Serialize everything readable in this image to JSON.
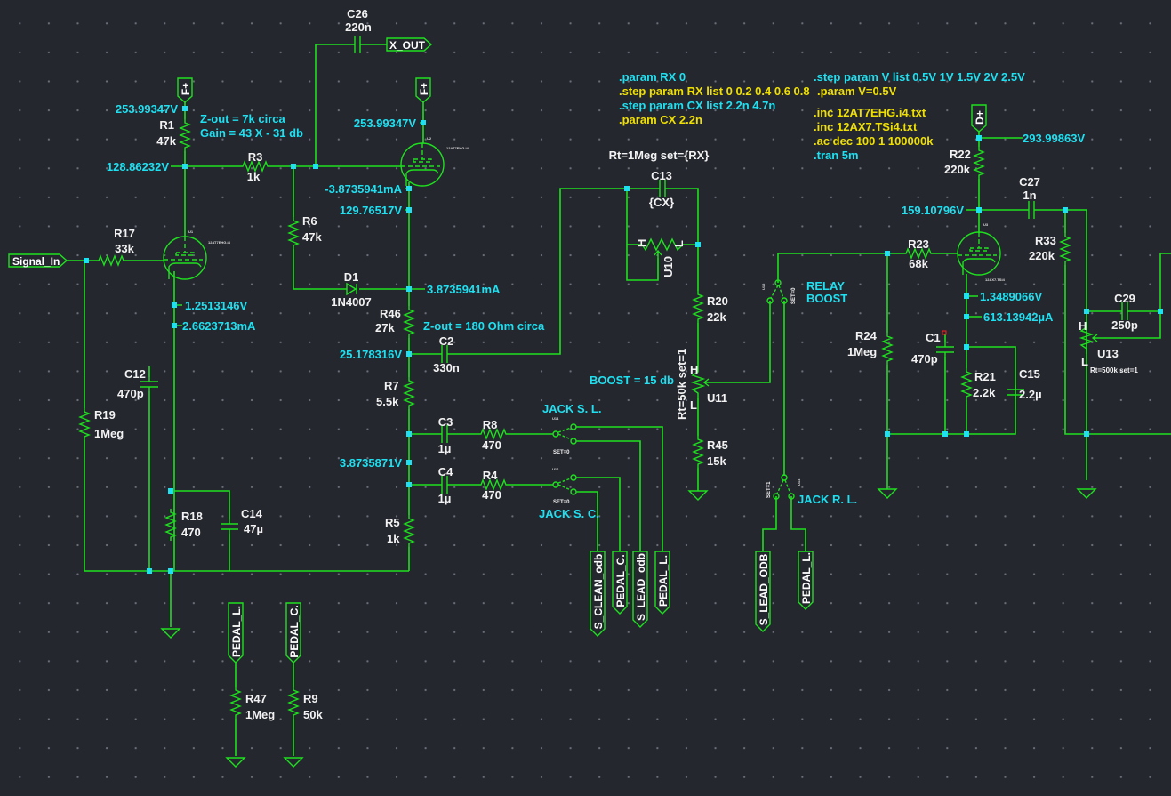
{
  "directives": {
    "param_rx": ".param RX 0",
    "step_rx": ".step param RX list 0 0.2 0.4 0.6 0.8",
    "step_cx": ".step param CX list 2.2n 4.7n",
    "param_cx": ".param CX 2.2n",
    "step_v": ".step param V list 0.5V 1V 1.5V 2V 2.5V",
    "param_v": ".param V=0.5V",
    "inc1": ".inc 12AT7EHG.i4.txt",
    "inc2": ".inc 12AX7.TSi4.txt",
    "ac": ".ac dec 100 1 100000k",
    "tran": ".tran 5m"
  },
  "ports": {
    "signal_in": "Signal_In",
    "x_out": "X_OUT",
    "f_plus_1": "F+",
    "f_plus_2": "F+",
    "d_plus": "D+",
    "s_clean_odb": "S_CLEAN_odb",
    "pedal_c": "PEDAL_C.",
    "s_lead_odb": "S_LEAD_odb",
    "pedal_l": "PEDAL_L.",
    "s_lead_odb_2": "S_LEAD_ODB",
    "pedal_l_2": "PEDAL_L.",
    "pedal_l_3": "PEDAL_L.",
    "pedal_c_2": "PEDAL_C."
  },
  "components": {
    "R1": {
      "name": "R1",
      "value": "47k"
    },
    "R3": {
      "name": "R3",
      "value": "1k"
    },
    "R6": {
      "name": "R6",
      "value": "47k"
    },
    "R17": {
      "name": "R17",
      "value": "33k"
    },
    "R19": {
      "name": "R19",
      "value": "1Meg"
    },
    "R18": {
      "name": "R18",
      "value": "470"
    },
    "C12": {
      "name": "C12",
      "value": "470p"
    },
    "C14": {
      "name": "C14",
      "value": "47µ"
    },
    "C26": {
      "name": "C26",
      "value": "220n"
    },
    "D1": {
      "name": "D1",
      "value": "1N4007"
    },
    "R46": {
      "name": "R46",
      "value": "27k"
    },
    "C2": {
      "name": "C2",
      "value": "330n"
    },
    "R7": {
      "name": "R7",
      "value": "5.5k"
    },
    "C3": {
      "name": "C3",
      "value": "1µ"
    },
    "R8": {
      "name": "R8",
      "value": "470"
    },
    "C4": {
      "name": "C4",
      "value": "1µ"
    },
    "R4": {
      "name": "R4",
      "value": "470"
    },
    "R5": {
      "name": "R5",
      "value": "1k"
    },
    "C13": {
      "name": "C13",
      "value": "{CX}"
    },
    "U10": {
      "name": "U10",
      "h": "H",
      "l": "L",
      "spec": "Rt=1Meg set={RX}"
    },
    "R20": {
      "name": "R20",
      "value": "22k"
    },
    "U11": {
      "name": "U11",
      "h": "H",
      "l": "L",
      "spec": "Rt=50k set=1"
    },
    "R45": {
      "name": "R45",
      "value": "15k"
    },
    "R47": {
      "name": "R47",
      "value": "1Meg"
    },
    "R9": {
      "name": "R9",
      "value": "50k"
    },
    "R22": {
      "name": "R22",
      "value": "220k"
    },
    "C27": {
      "name": "C27",
      "value": "1n"
    },
    "R33": {
      "name": "R33",
      "value": "220k"
    },
    "R23": {
      "name": "R23",
      "value": "68k"
    },
    "R24": {
      "name": "R24",
      "value": "1Meg"
    },
    "C1": {
      "name": "C1",
      "value": "470p"
    },
    "R21": {
      "name": "R21",
      "value": "2.2k"
    },
    "C15": {
      "name": "C15",
      "value": "2.2µ"
    },
    "C29": {
      "name": "C29",
      "value": "250p"
    },
    "U13": {
      "name": "U13",
      "h": "H",
      "l": "L",
      "spec": "Rt=500k set=1"
    },
    "U1": {
      "name": "U1",
      "model": "12AT7EHG.i4"
    },
    "U2": {
      "name": "U2",
      "model": "12AT7EHG.i4"
    },
    "U3": {
      "name": "U3",
      "model": "12AX7.TSi4"
    },
    "SW_SL": {
      "name": "U14",
      "set": "SET=0"
    },
    "SW_SC": {
      "name": "U16",
      "set": "SET=0"
    },
    "SW_RB": {
      "name": "U12",
      "set": "SET=0"
    },
    "SW_RL": {
      "name": "U13",
      "set": "SET=1"
    }
  },
  "probes": {
    "v_f1": "253.99347V",
    "v_f2": "253.99347V",
    "v_plate1": "128.86232V",
    "i_k2": "-3.8735941mA",
    "v_k2": "129.76517V",
    "v_k1": "1.2513146V",
    "i_k1": "2.6623713mA",
    "i_d1": "3.8735941mA",
    "v_c2": "25.178316V",
    "v_r5": "3.8735871V",
    "v_d": "293.99863V",
    "v_plate3": "159.10796V",
    "v_k3": "1.3489066V",
    "i_k3": "613.13942µA"
  },
  "notes": {
    "zout1": "Z-out = 7k circa",
    "gain": "Gain = 43 X - 31 db",
    "zout2": "Z-out = 180 Ohm circa",
    "boost": "BOOST = 15 db",
    "relay": "RELAY",
    "relay_boost": "BOOST",
    "jack_sl": "JACK S. L.",
    "jack_sc": "JACK S. C.",
    "jack_rl": "JACK R. L."
  }
}
